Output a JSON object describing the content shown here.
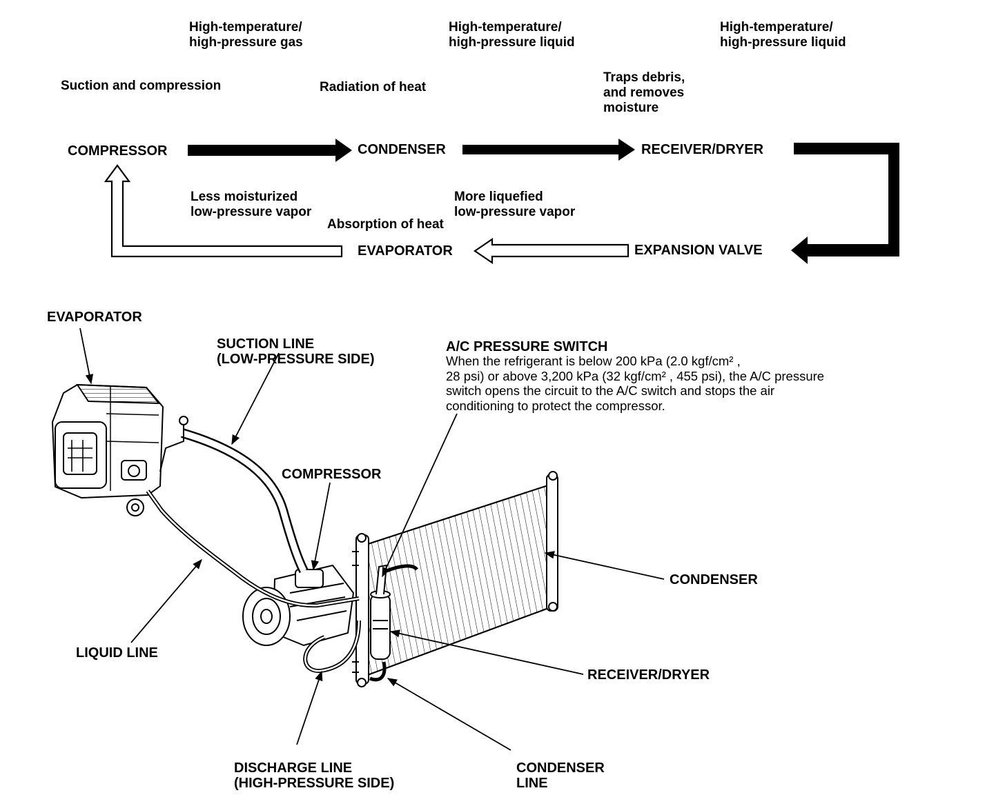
{
  "flow": {
    "states": {
      "hot_gas": [
        "High-temperature/",
        "high-pressure gas"
      ],
      "hot_liquid_1": [
        "High-temperature/",
        "high-pressure liquid"
      ],
      "hot_liquid_2": [
        "High-temperature/",
        "high-pressure liquid"
      ],
      "less_moist": [
        "Less moisturized",
        "low-pressure vapor"
      ],
      "more_liquefied": [
        "More liquefied",
        "low-pressure vapor"
      ]
    },
    "functions": {
      "suction": "Suction and compression",
      "radiation": "Radiation of heat",
      "traps": [
        "Traps debris,",
        "and removes",
        "moisture"
      ],
      "absorption": "Absorption of heat"
    },
    "components": {
      "compressor": "COMPRESSOR",
      "condenser": "CONDENSER",
      "receiver": "RECEIVER/DRYER",
      "expansion": "EXPANSION VALVE",
      "evaporator": "EVAPORATOR"
    }
  },
  "illustration": {
    "labels": {
      "evaporator": "EVAPORATOR",
      "suction_line": [
        "SUCTION LINE",
        "(LOW-PRESSURE SIDE)"
      ],
      "compressor": "COMPRESSOR",
      "condenser": "CONDENSER",
      "receiver": "RECEIVER/DRYER",
      "liquid_line": "LIQUID LINE",
      "discharge_line": [
        "DISCHARGE LINE",
        "(HIGH-PRESSURE SIDE)"
      ],
      "condenser_line": [
        "CONDENSER",
        "LINE"
      ]
    },
    "pressure_switch": {
      "title": "A/C PRESSURE SWITCH",
      "lines": [
        "When the refrigerant is below 200 kPa (2.0 kgf/cm² ,",
        "28 psi) or above 3,200 kPa (32 kgf/cm² , 455 psi), the A/C pressure",
        "switch opens the circuit to the A/C switch and stops the air",
        "conditioning to protect the compressor."
      ]
    }
  },
  "colors": {
    "ink": "#000000",
    "paper": "#ffffff"
  }
}
